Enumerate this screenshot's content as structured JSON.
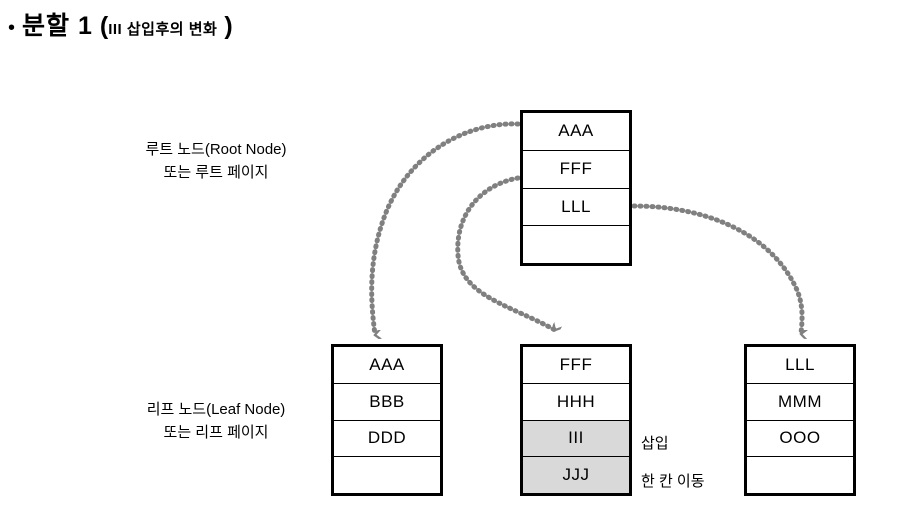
{
  "title": {
    "bullet": "•",
    "main": "분할 1",
    "paren_open": "(",
    "sub": "III 삽입후의 변화",
    "paren_close": ")"
  },
  "labels": {
    "root": {
      "line1": "루트 노드(Root Node)",
      "line2": "또는 루트 페이지"
    },
    "leaf": {
      "line1": "리프 노드(Leaf Node)",
      "line2": "또는 리프 페이지"
    }
  },
  "nodes": {
    "root": {
      "name": "Root Node",
      "cells": [
        {
          "value": "AAA",
          "shaded": false
        },
        {
          "value": "FFF",
          "shaded": false
        },
        {
          "value": "LLL",
          "shaded": false
        },
        {
          "value": "",
          "shaded": false
        }
      ]
    },
    "leaf_left": {
      "name": "Leaf Node Left",
      "cells": [
        {
          "value": "AAA",
          "shaded": false
        },
        {
          "value": "BBB",
          "shaded": false
        },
        {
          "value": "DDD",
          "shaded": false
        },
        {
          "value": "",
          "shaded": false
        }
      ]
    },
    "leaf_middle": {
      "name": "Leaf Node Middle",
      "cells": [
        {
          "value": "FFF",
          "shaded": false
        },
        {
          "value": "HHH",
          "shaded": false
        },
        {
          "value": "III",
          "shaded": true
        },
        {
          "value": "JJJ",
          "shaded": true
        }
      ]
    },
    "leaf_right": {
      "name": "Leaf Node Right",
      "cells": [
        {
          "value": "LLL",
          "shaded": false
        },
        {
          "value": "MMM",
          "shaded": false
        },
        {
          "value": "OOO",
          "shaded": false
        },
        {
          "value": "",
          "shaded": false
        }
      ]
    }
  },
  "annotations": {
    "insert": "삽입",
    "shift": "한 칸 이동"
  },
  "colors": {
    "border": "#000000",
    "shade": "#d9d9d9",
    "arrow": "#808080",
    "background": "#ffffff"
  }
}
